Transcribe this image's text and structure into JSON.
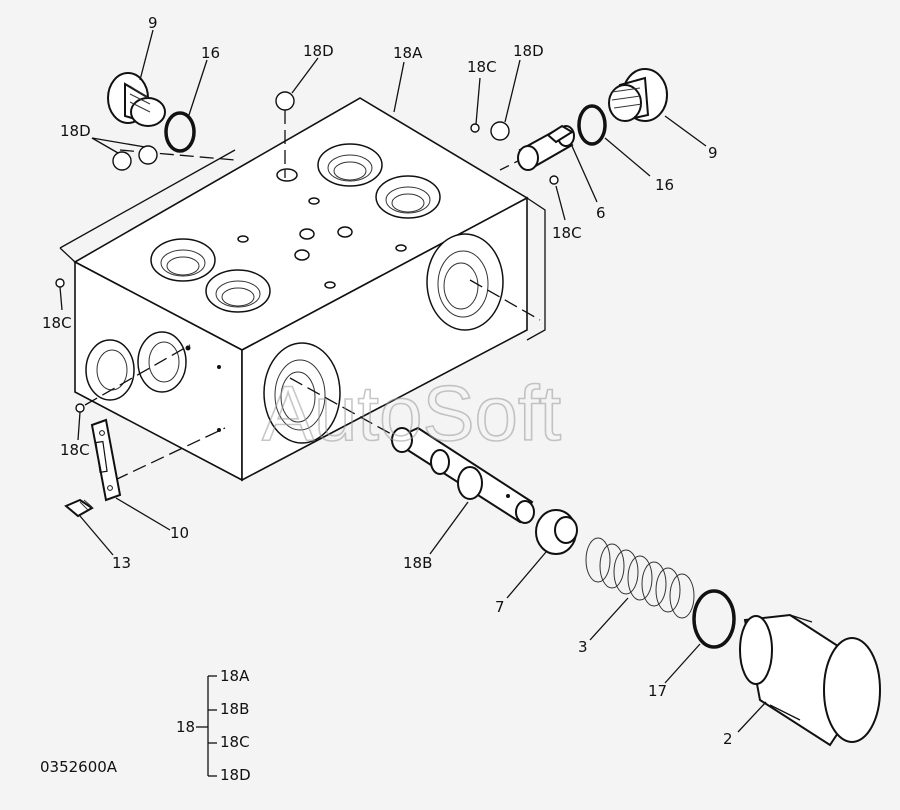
{
  "diagram": {
    "watermark": "AutoSoft",
    "figure_code": "0352600A",
    "callouts": {
      "c9_top": "9",
      "c16_top": "16",
      "c18d_top": "18D",
      "c18a": "18A",
      "c18c_top": "18C",
      "c18d_right": "18D",
      "c18d_left": "18D",
      "c9_right": "9",
      "c16_right": "16",
      "c6": "6",
      "c18c_right": "18C",
      "c18c_left_top": "18C",
      "c18c_left_bot": "18C",
      "c10": "10",
      "c13": "13",
      "c18b": "18B",
      "c7": "7",
      "c3": "3",
      "c17": "17",
      "c2": "2"
    },
    "legend": {
      "group": "18",
      "items": [
        "18A",
        "18B",
        "18C",
        "18D"
      ]
    }
  }
}
